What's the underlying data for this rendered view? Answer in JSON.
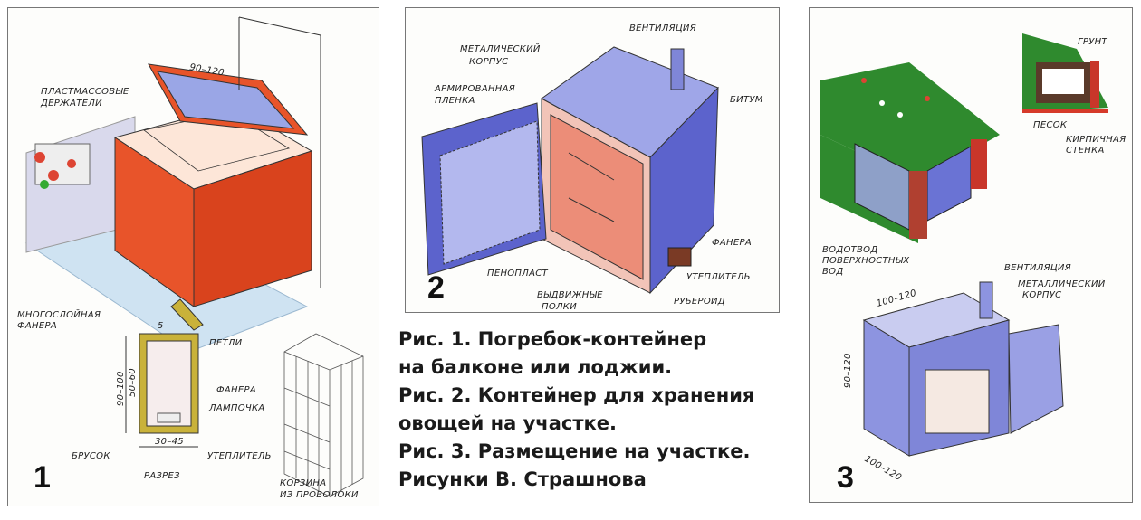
{
  "panel1": {
    "number": "1",
    "labels": {
      "holders": [
        "ПЛАСТМАССОВЫЕ",
        "ДЕРЖАТЕЛИ"
      ],
      "width": "90–120",
      "plywood_multi": [
        "МНОГОСЛОЙНАЯ",
        "ФАНЕРА"
      ],
      "five": "5",
      "hinges": "ПЕТЛИ",
      "h_outer": "90–100",
      "h_inner": "50–60",
      "plywood": "ФАНЕРА",
      "lamp": "ЛАМПОЧКА",
      "bar": "БРУСОК",
      "depth": "30–45",
      "insulation": "УТЕПЛИТЕЛЬ",
      "section": "РАЗРЕЗ",
      "basket": [
        "КОРЗИНА",
        "ИЗ ПРОВОЛОКИ"
      ]
    }
  },
  "panel2": {
    "number": "2",
    "labels": {
      "ventilation": "ВЕНТИЛЯЦИЯ",
      "metal_body": [
        "МЕТАЛИЧЕСКИЙ",
        "КОРПУС"
      ],
      "film": [
        "АРМИРОВАННАЯ",
        "ПЛЕНКА"
      ],
      "bitumen": "БИТУМ",
      "plywood": "ФАНЕРА",
      "foam": "ПЕНОПЛАСТ",
      "insulation": "УТЕПЛИТЕЛЬ",
      "shelves": [
        "ВЫДВИЖНЫЕ",
        "ПОЛКИ"
      ],
      "roofing": "РУБЕРОИД"
    }
  },
  "panel3": {
    "number": "3",
    "labels": {
      "soil": "ГРУНТ",
      "sand": "ПЕСОК",
      "brick_wall": [
        "КИРПИЧНАЯ",
        "СТЕНКА"
      ],
      "drainage": [
        "ВОДОТВОД",
        "ПОВЕРХНОСТНЫХ",
        "ВОД"
      ],
      "ventilation": "ВЕНТИЛЯЦИЯ",
      "metal_body": [
        "МЕТАЛЛИЧЕСКИЙ",
        "КОРПУС"
      ],
      "dim_top": "100–120",
      "dim_side": "90–120",
      "dim_bottom": "100–120"
    }
  },
  "caption": [
    "Рис. 1. Погребок-контейнер",
    "на балконе или лоджии.",
    "Рис. 2. Контейнер для хранения",
    "овощей на участке.",
    "Рис. 3. Размещение на участке.",
    "Рисунки В. Страшнова"
  ],
  "colors": {
    "orange": "#e8542a",
    "blue": "#7f86d8",
    "green": "#2f8a2e",
    "brick": "#c8362a"
  }
}
